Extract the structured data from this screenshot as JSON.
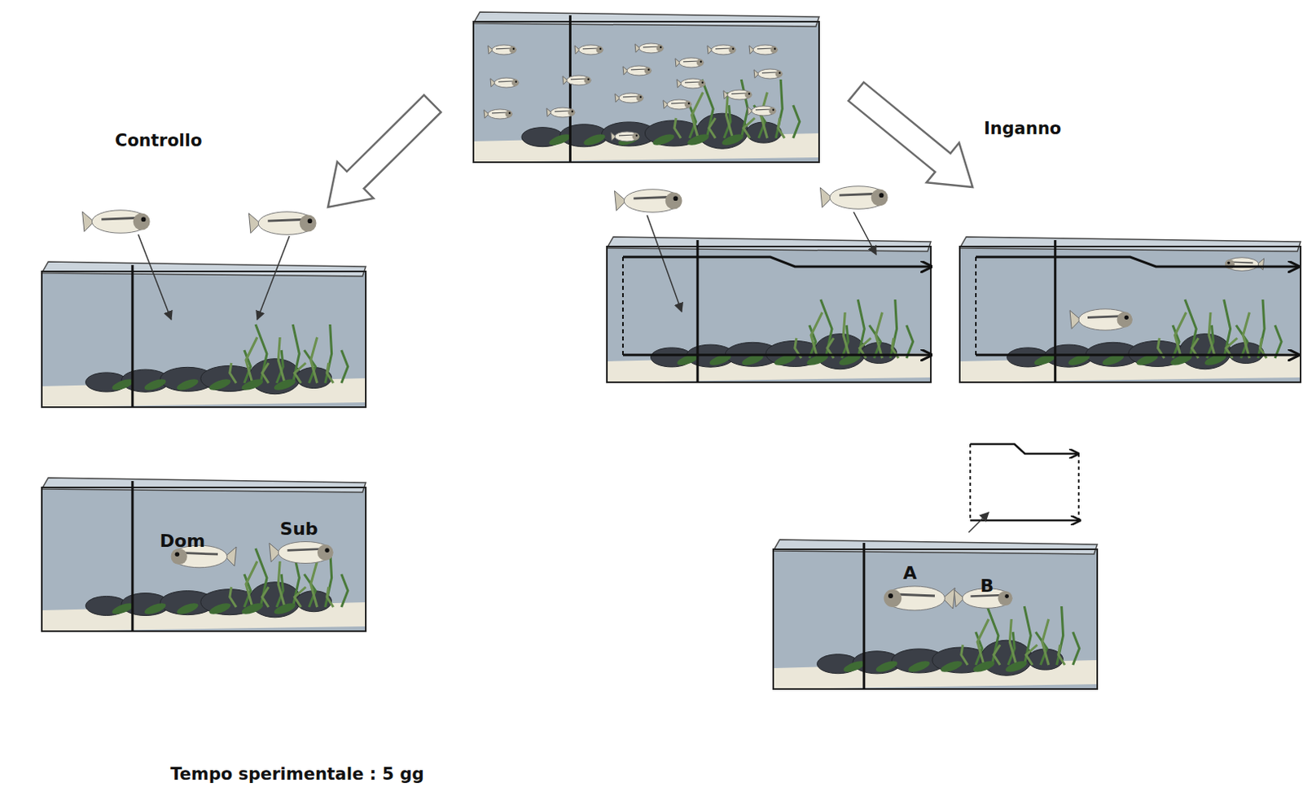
{
  "diagram": {
    "nodes": [
      {
        "text": [
          "Dom",
          "Sub"
        ]
      },
      {
        "text": [
          "A",
          "B"
        ]
      }
    ],
    "labels": [
      "Controllo",
      "Inganno",
      "Tempo sperimentale : 5 gg"
    ]
  }
}
